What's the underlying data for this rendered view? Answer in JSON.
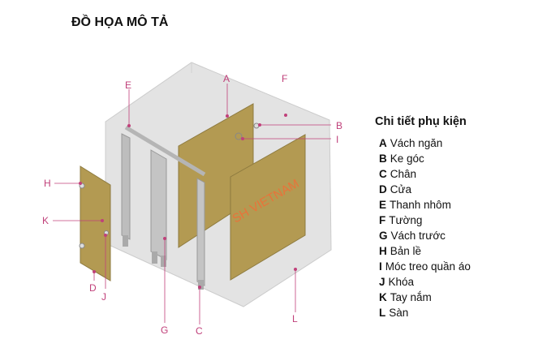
{
  "title": "ĐỒ HỌA MÔ TẢ",
  "watermark": "SH VIETNAM",
  "labels": {
    "A": "A",
    "B": "B",
    "C": "C",
    "D": "D",
    "E": "E",
    "F": "F",
    "G": "G",
    "H": "H",
    "I": "I",
    "J": "J",
    "K": "K",
    "L": "L"
  },
  "legend": {
    "heading": "Chi tiết phụ kiện",
    "items": [
      {
        "key": "A",
        "text": "Vách ngăn"
      },
      {
        "key": "B",
        "text": "Ke góc"
      },
      {
        "key": "C",
        "text": "Chân"
      },
      {
        "key": "D",
        "text": "Cửa"
      },
      {
        "key": "E",
        "text": "Thanh nhôm"
      },
      {
        "key": "F",
        "text": "Tường"
      },
      {
        "key": "G",
        "text": "Vách trước"
      },
      {
        "key": "H",
        "text": "Bản lề"
      },
      {
        "key": "I",
        "text": "Móc treo quần áo"
      },
      {
        "key": "J",
        "text": "Khóa"
      },
      {
        "key": "K",
        "text": "Tay nắm"
      },
      {
        "key": "L",
        "text": "Sàn"
      }
    ]
  },
  "colors": {
    "label": "#c0407a",
    "panel": "#b39a52",
    "room": "#e2e2e2"
  }
}
